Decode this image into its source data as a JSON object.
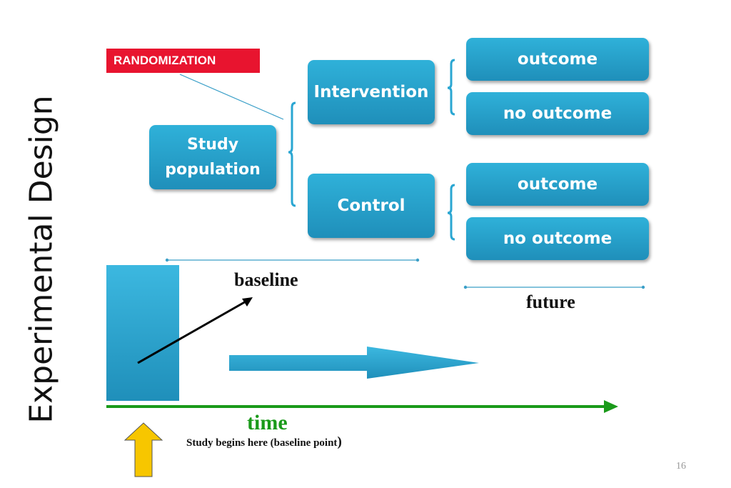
{
  "title": "Experimental Design",
  "randomization_label": "RANDOMIZATION",
  "study_population": "Study\npopulation",
  "arms": [
    {
      "label": "Intervention",
      "outcomes": [
        "outcome",
        "no outcome"
      ]
    },
    {
      "label": "Control",
      "outcomes": [
        "outcome",
        "no outcome"
      ]
    }
  ],
  "baseline_label": "baseline",
  "future_label": "future",
  "time_label": "time",
  "study_begins_label": "Study begins here  (baseline point",
  "study_begins_paren": ")",
  "page_number": "16",
  "colors": {
    "box_blue": "#2aa6d2",
    "randomization_red": "#e8142f",
    "time_green": "#1a9a1a",
    "start_arrow_yellow": "#f7c600"
  }
}
